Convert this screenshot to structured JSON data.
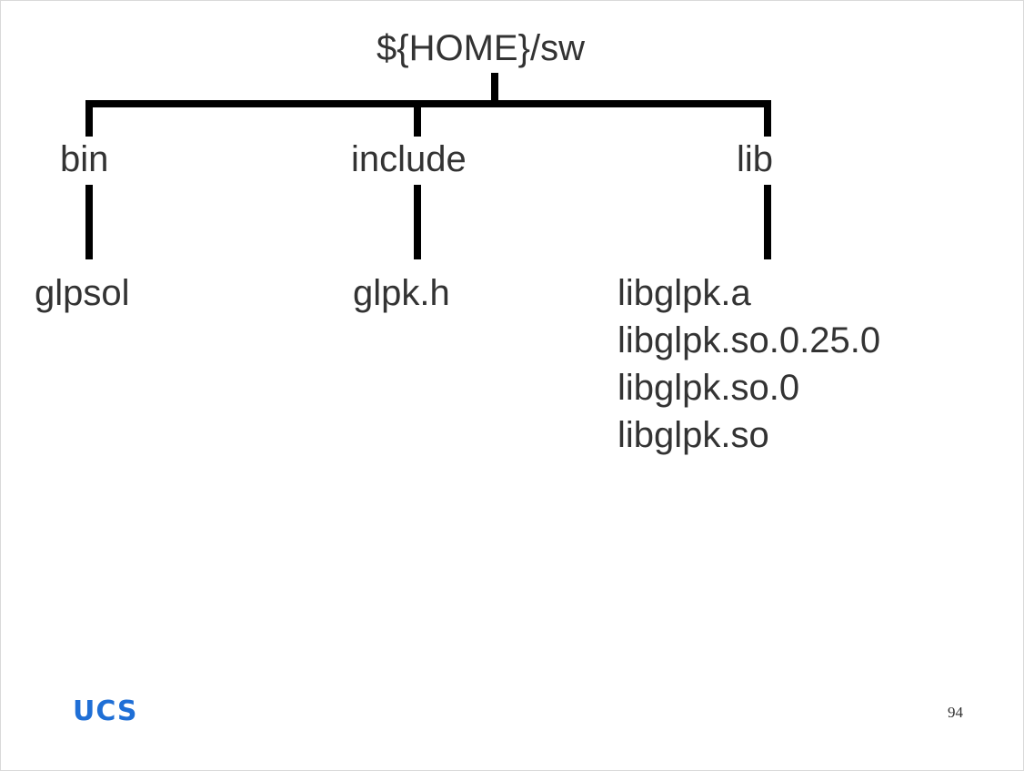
{
  "root": {
    "label": "${HOME}/sw"
  },
  "directories": [
    {
      "label": "bin",
      "files": [
        "glpsol"
      ]
    },
    {
      "label": "include",
      "files": [
        "glpk.h"
      ]
    },
    {
      "label": "lib",
      "files": [
        "libglpk.a",
        "libglpk.so.0.25.0",
        "libglpk.so.0",
        "libglpk.so"
      ]
    }
  ],
  "footer": {
    "logo_text": "UCS",
    "slide_number": "94"
  },
  "colors": {
    "text": "#333333",
    "lines": "#000000",
    "logo": "#1f6fd6"
  }
}
